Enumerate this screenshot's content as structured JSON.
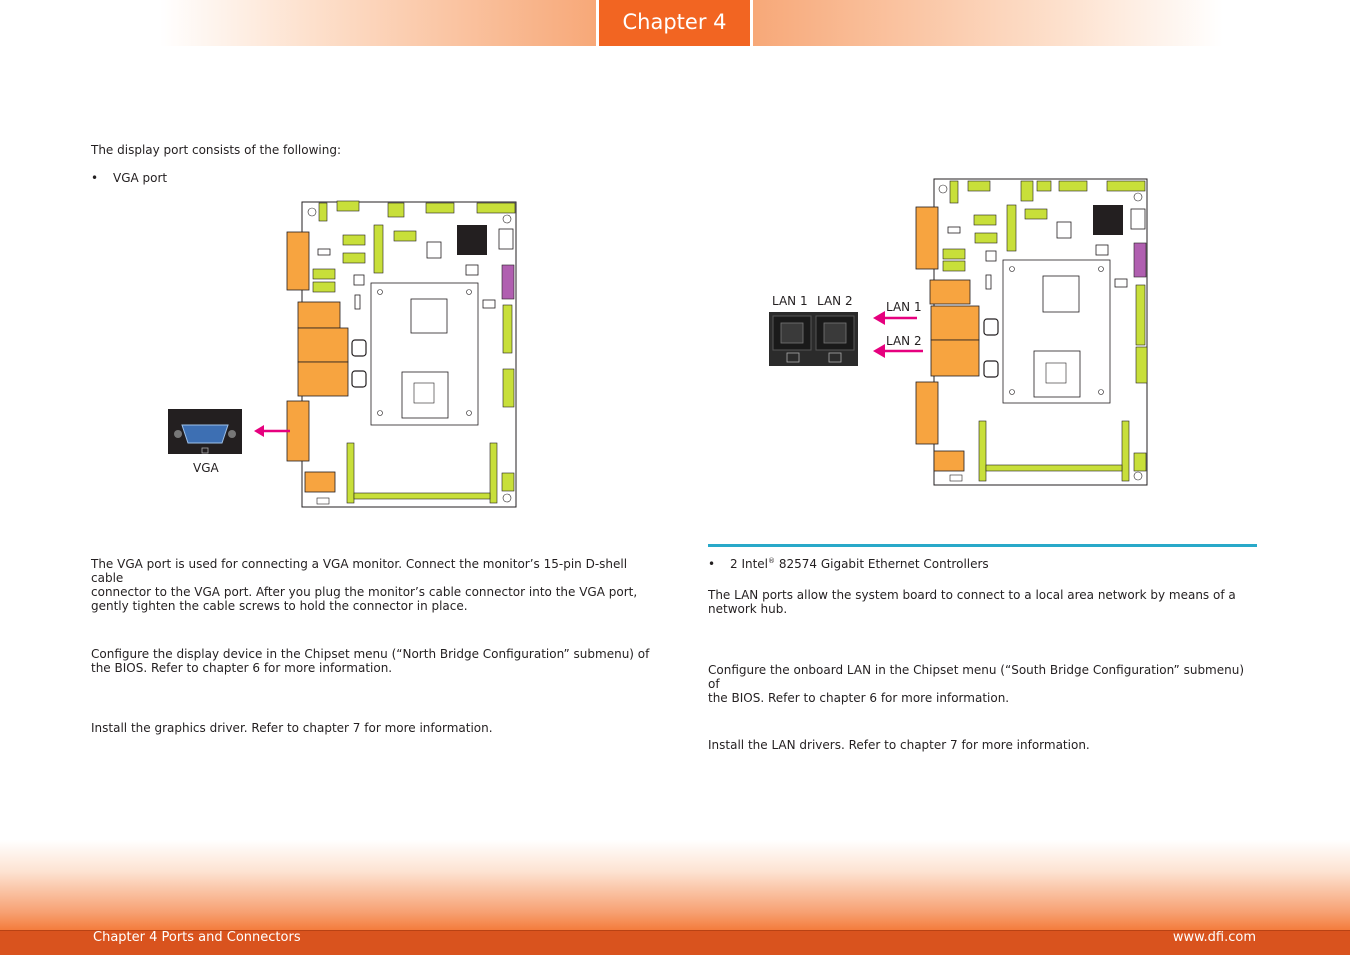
{
  "header": {
    "chapter_label": "Chapter 4"
  },
  "left": {
    "intro": "The display port consists of the following:",
    "bullet": "VGA port",
    "vga_label": "VGA",
    "para1_line1": "The VGA port is used for connecting a VGA monitor. Connect the monitor’s 15-pin D-shell cable",
    "para1_line2": "connector to the VGA port. After you plug the monitor’s cable connector into the VGA port,",
    "para1_line3": "gently tighten the cable screws to hold the connector in place.",
    "para2_line1": "Configure the display device in the Chipset menu (“North Bridge Configuration” submenu) of",
    "para2_line2": "the BIOS. Refer to chapter 6 for more information.",
    "para3": "Install the graphics driver. Refer to chapter 7 for more information."
  },
  "right": {
    "lan1_top": "LAN 1",
    "lan2_top": "LAN 2",
    "lan1_arrow": "LAN 1",
    "lan2_arrow": "LAN 2",
    "bullet_prefix": "2 Intel",
    "bullet_reg": "®",
    "bullet_suffix": " 82574 Gigabit Ethernet Controllers",
    "para1_line1": "The LAN ports allow the system board to connect to a local area network by means of a",
    "para1_line2": "network hub.",
    "para2_line1": "Configure the onboard LAN in the Chipset menu (“South Bridge Configuration” submenu) of",
    "para2_line2": "the BIOS. Refer to chapter 6 for more information.",
    "para3": "Install the LAN drivers. Refer to chapter 7 for more information."
  },
  "footer": {
    "left": "Chapter 4 Ports and Connectors",
    "right": "www.dfi.com"
  },
  "colors": {
    "accent": "#f26522",
    "divider": "#29a9c9",
    "arrow": "#e6007e",
    "connector": "#f7a440",
    "header_green": "#c8df3a",
    "purple": "#b05fb0"
  }
}
